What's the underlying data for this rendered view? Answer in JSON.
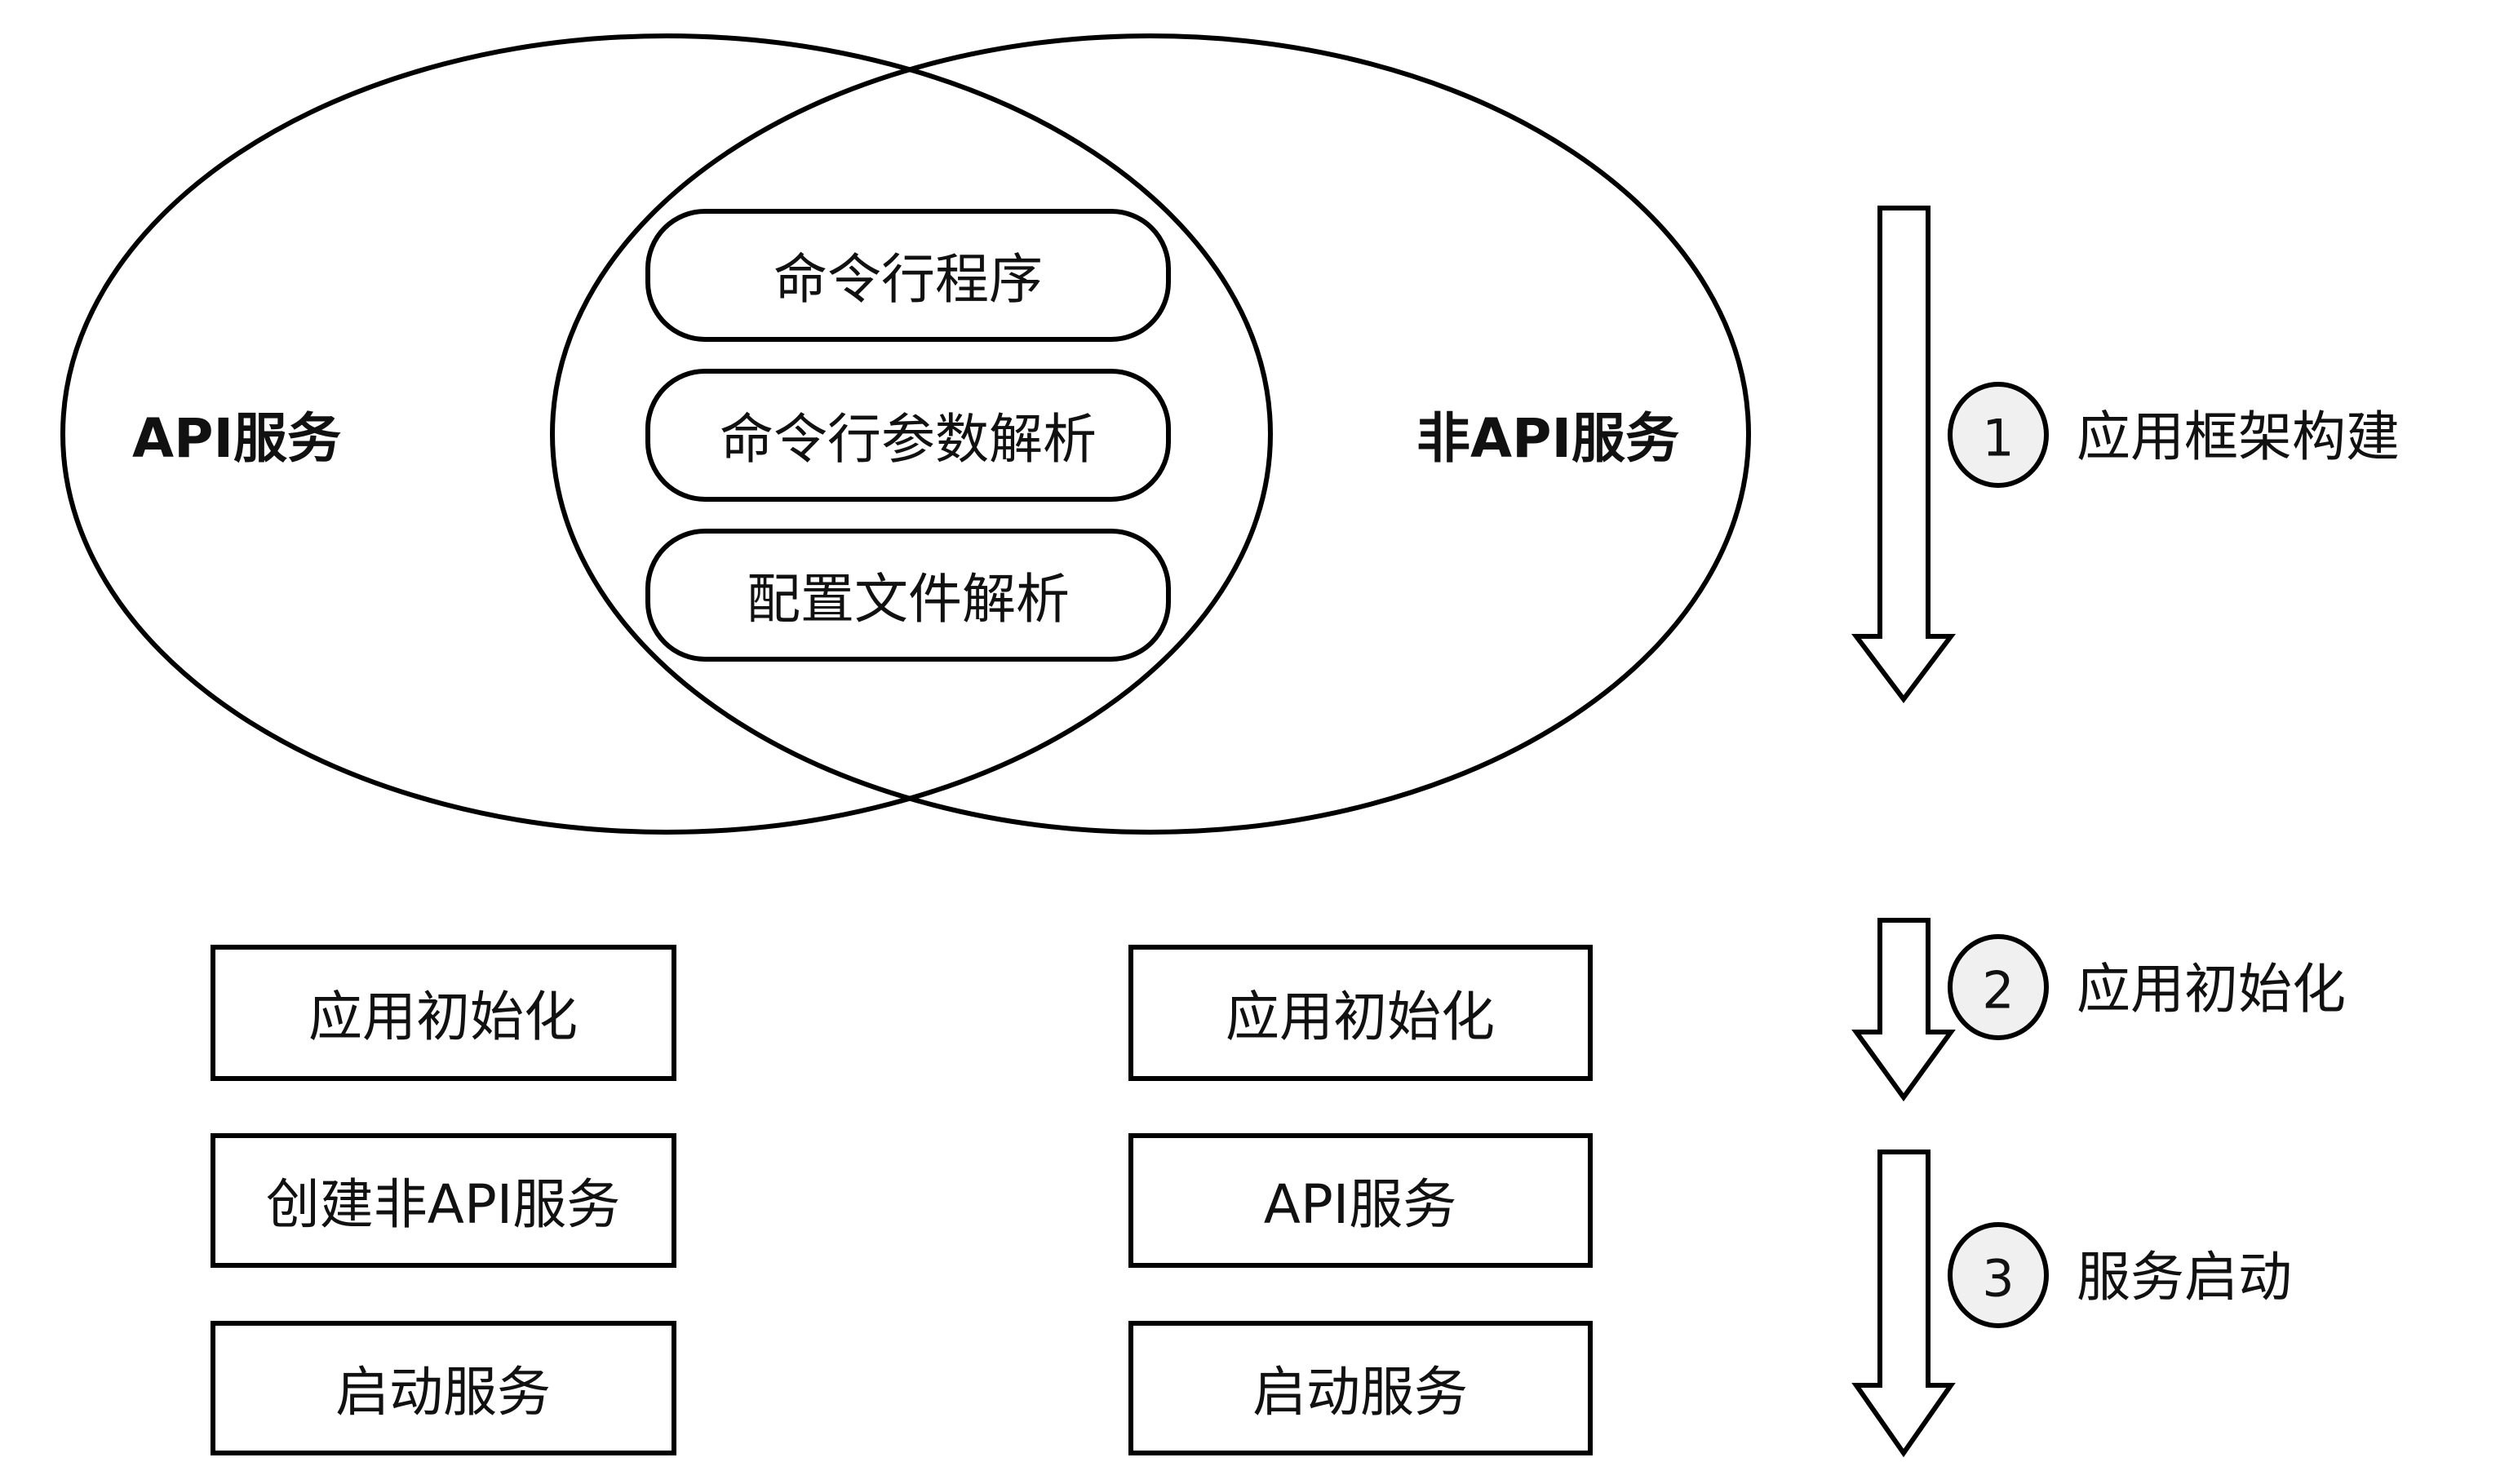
{
  "venn": {
    "left_set": "API服务",
    "right_set": "非API服务",
    "shared_items": [
      "命令行程序",
      "命令行参数解析",
      "配置文件解析"
    ]
  },
  "api_service_steps": [
    "应用初始化",
    "创建非API服务",
    "启动服务"
  ],
  "non_api_service_steps": [
    "应用初始化",
    "API服务",
    "启动服务"
  ],
  "phases": [
    {
      "number": "1",
      "label": "应用框架构建"
    },
    {
      "number": "2",
      "label": "应用初始化"
    },
    {
      "number": "3",
      "label": "服务启动"
    }
  ],
  "colors": {
    "stroke": "#000000",
    "badge_fill": "#f0f0f0",
    "background": "#ffffff"
  }
}
